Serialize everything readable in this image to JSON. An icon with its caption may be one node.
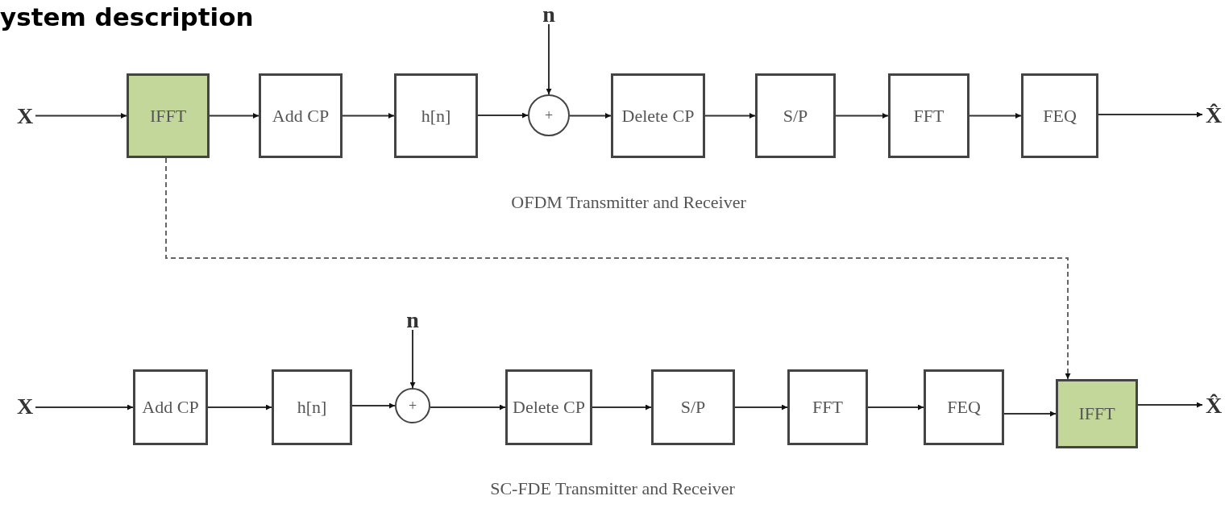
{
  "diagram": {
    "title": "ystem description",
    "nodes": [
      {
        "text": [
          "X"
        ]
      },
      {
        "text": [
          "IFFT"
        ]
      },
      {
        "text": [
          "Add CP"
        ]
      },
      {
        "text": [
          "h[n]"
        ]
      },
      {
        "text": [
          "n"
        ]
      },
      {
        "text": [
          "+"
        ]
      },
      {
        "text": [
          "Delete CP"
        ]
      },
      {
        "text": [
          "S/P"
        ]
      },
      {
        "text": [
          "FFT"
        ]
      },
      {
        "text": [
          "FEQ"
        ]
      },
      {
        "text": [
          "X̂"
        ]
      },
      {
        "text": [
          "X"
        ]
      },
      {
        "text": [
          "Add CP"
        ]
      },
      {
        "text": [
          "h[n]"
        ]
      },
      {
        "text": [
          "n"
        ]
      },
      {
        "text": [
          "+"
        ]
      },
      {
        "text": [
          "Delete CP"
        ]
      },
      {
        "text": [
          "S/P"
        ]
      },
      {
        "text": [
          "FFT"
        ]
      },
      {
        "text": [
          "FEQ"
        ]
      },
      {
        "text": [
          "IFFT"
        ]
      },
      {
        "text": [
          "X̂"
        ]
      }
    ],
    "edges": [
      {
        "from": 0,
        "to": 1,
        "arrow": "to"
      },
      {
        "from": 1,
        "to": 2,
        "arrow": "to"
      },
      {
        "from": 2,
        "to": 3,
        "arrow": "to"
      },
      {
        "from": 3,
        "to": 5,
        "arrow": "to"
      },
      {
        "from": 4,
        "to": 5,
        "arrow": "to"
      },
      {
        "from": 5,
        "to": 6,
        "arrow": "to"
      },
      {
        "from": 6,
        "to": 7,
        "arrow": "to"
      },
      {
        "from": 7,
        "to": 8,
        "arrow": "to"
      },
      {
        "from": 8,
        "to": 9,
        "arrow": "to"
      },
      {
        "from": 9,
        "to": 10,
        "arrow": "to"
      },
      {
        "from": 11,
        "to": 12,
        "arrow": "to"
      },
      {
        "from": 12,
        "to": 13,
        "arrow": "to"
      },
      {
        "from": 13,
        "to": 15,
        "arrow": "to"
      },
      {
        "from": 14,
        "to": 15,
        "arrow": "to"
      },
      {
        "from": 15,
        "to": 16,
        "arrow": "to"
      },
      {
        "from": 16,
        "to": 17,
        "arrow": "to"
      },
      {
        "from": 17,
        "to": 18,
        "arrow": "to"
      },
      {
        "from": 18,
        "to": 19,
        "arrow": "to"
      },
      {
        "from": 19,
        "to": 20,
        "arrow": "to"
      },
      {
        "from": 20,
        "to": 21,
        "arrow": "to"
      },
      {
        "from": 1,
        "to": 20,
        "arrow": "to",
        "style": "dashed"
      }
    ],
    "labels": [
      "OFDM Transmitter and Receiver",
      "SC-FDE Transmitter and Receiver"
    ]
  }
}
